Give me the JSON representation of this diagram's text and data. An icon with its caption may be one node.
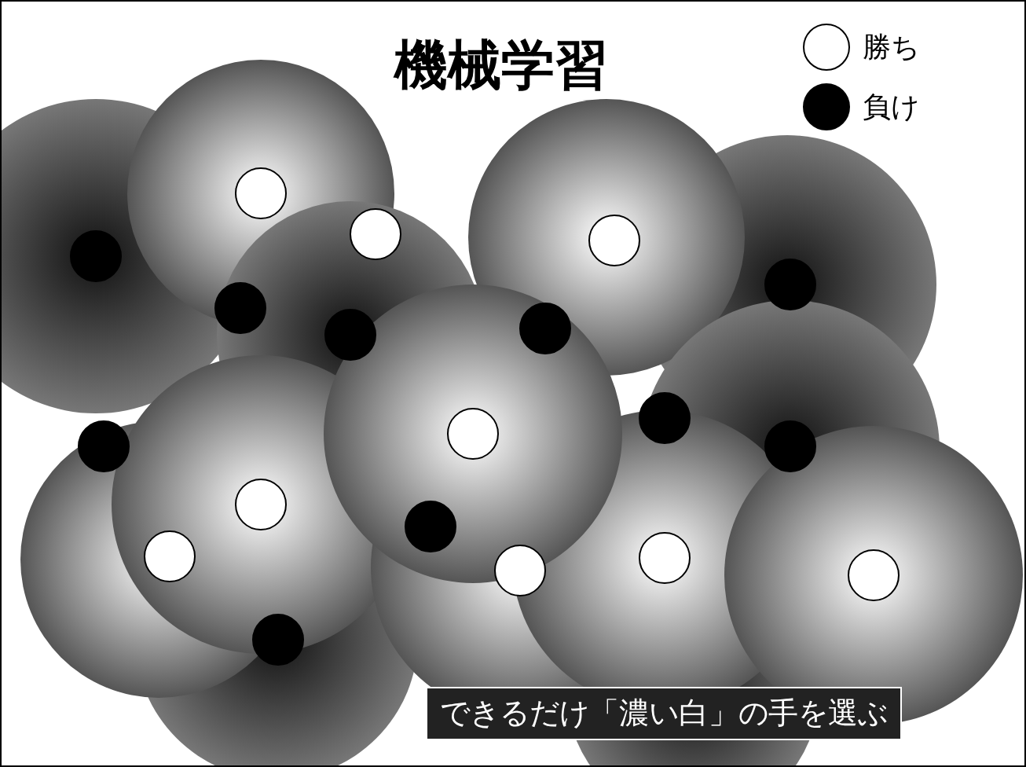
{
  "diagram": {
    "title": "機械学習",
    "caption": "できるだけ「濃い白」の手を選ぶ",
    "legend": [
      {
        "text": "勝ち",
        "color": "#ffffff"
      },
      {
        "text": "負け",
        "color": "#000000"
      }
    ]
  }
}
